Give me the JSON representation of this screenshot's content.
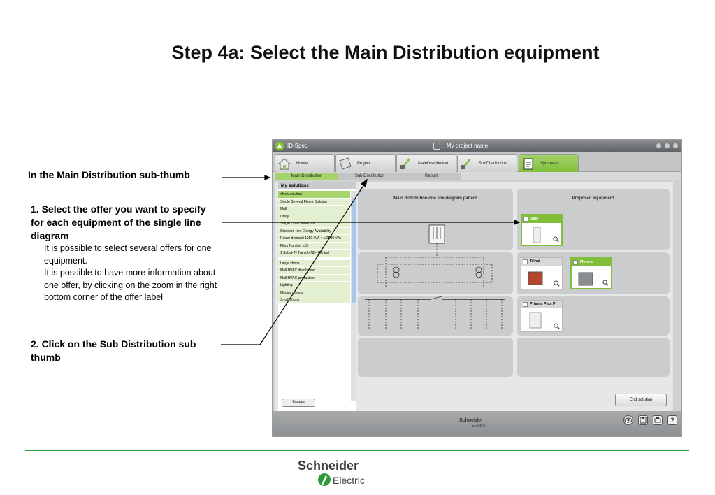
{
  "slide": {
    "title": "Step 4a: Select the Main Distribution equipment",
    "annotation_1": "In the Main Distribution sub-thumb",
    "annotation_2_bold": "1. Select the offer you want to specify for each equipment of the single line diagram",
    "annotation_2_detail_1": "It is possible to select several offers for one equipment.",
    "annotation_2_detail_2": "It is possible to have more information about one offer, by clicking on the zoom in the right bottom corner of the offer label",
    "annotation_3": "2. Click on the Sub Distribution sub thumb",
    "footer_brand_1": "Schneider",
    "footer_brand_2": "Electric"
  },
  "app": {
    "name": "ID-Spec",
    "project_name": "My project name",
    "tabs": [
      {
        "label": "Home",
        "icon": "house-icon"
      },
      {
        "label": "Project",
        "icon": "folder-icon"
      },
      {
        "label": "MainDistribution",
        "icon": "main-distribution-icon"
      },
      {
        "label": "SubDistribution",
        "icon": "sub-distribution-icon"
      },
      {
        "label": "Synthesis",
        "icon": "synthesis-icon"
      }
    ],
    "subtabs": [
      "Main Distribution",
      "Sub Distribution",
      "Report"
    ],
    "solutions": {
      "header": "My solutions",
      "items": [
        "▾New solution",
        "Single Several Floors Building",
        "Mall",
        "Utility",
        "Single Line connection",
        "Standard (en) Energy  Availability",
        "Power demand 1250 kVA <  ≤ 2500 kVA",
        "Floor Number ≤ 5",
        "1 Subst- N Transfo-ND- Central",
        "Large shops",
        "Mall HVAC distribution",
        "Mall HVAC production",
        "Lighting",
        "Medium shops",
        "Small shops"
      ],
      "delete_label": "Delete"
    },
    "diagram_title": "Main distribution one line diagram pattern",
    "equipment_title": "Proposed equipment",
    "equipment": [
      {
        "name": "SM6",
        "selected": true
      },
      {
        "name": "Trihal",
        "selected": false
      },
      {
        "name": "Minera",
        "selected": true
      },
      {
        "name": "Prisma Plus P",
        "selected": false
      }
    ],
    "end_solution_label": "End solution",
    "status_brand_1": "Schneider",
    "status_brand_2": "Electric",
    "status_icons": [
      "eye-icon",
      "save-icon",
      "print-icon",
      "help-icon"
    ],
    "help_glyph": "?",
    "colors": {
      "accent_green": "#7fbf3a",
      "footer_green": "#2a9a3a"
    }
  }
}
